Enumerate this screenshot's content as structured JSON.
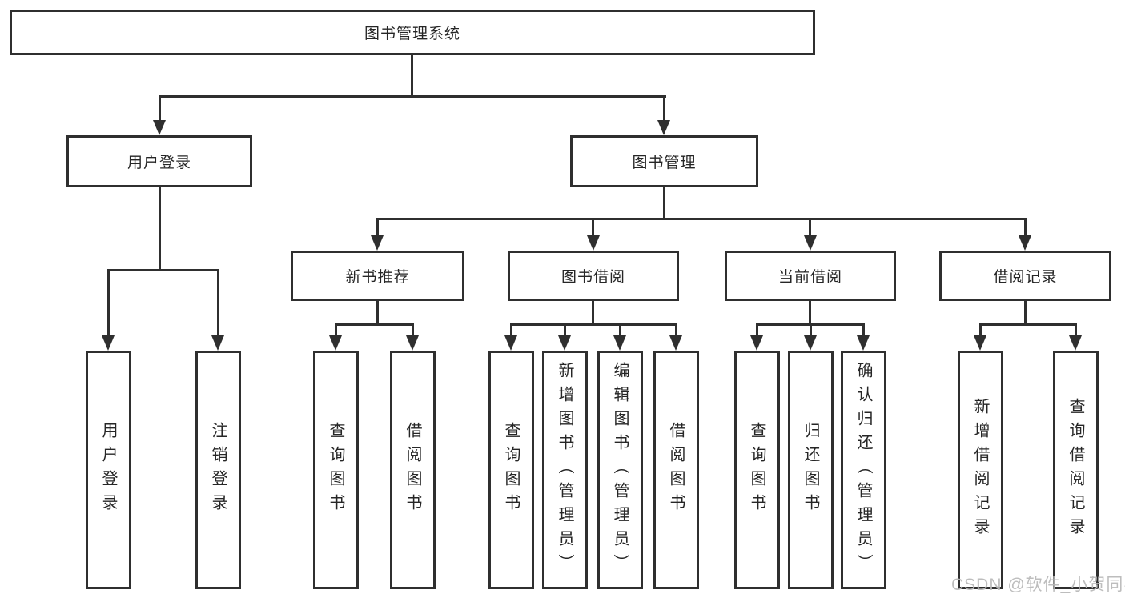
{
  "watermark": "CSDN @软件_小贺同学",
  "colors": {
    "line": "#2f2f2f",
    "text": "#262626",
    "watermark": "#b9b9b9",
    "background": "#ffffff"
  },
  "nodes": {
    "root": {
      "label": "图书管理系统"
    },
    "userLogin": {
      "label": "用户登录",
      "children": [
        {
          "label": "用户登录"
        },
        {
          "label": "注销登录"
        }
      ]
    },
    "bookMgmt": {
      "label": "图书管理",
      "children": {
        "newBooks": {
          "label": "新书推荐",
          "children": [
            {
              "label": "查询图书"
            },
            {
              "label": "借阅图书"
            }
          ]
        },
        "bookBorrow": {
          "label": "图书借阅",
          "children": [
            {
              "label": "查询图书"
            },
            {
              "label": "新增图书（管理员）"
            },
            {
              "label": "编辑图书（管理员）"
            },
            {
              "label": "借阅图书"
            }
          ]
        },
        "currentBorrow": {
          "label": "当前借阅",
          "children": [
            {
              "label": "查询图书"
            },
            {
              "label": "归还图书"
            },
            {
              "label": "确认归还（管理员）"
            }
          ]
        },
        "borrowRecords": {
          "label": "借阅记录",
          "children": [
            {
              "label": "新增借阅记录"
            },
            {
              "label": "查询借阅记录"
            }
          ]
        }
      }
    }
  }
}
